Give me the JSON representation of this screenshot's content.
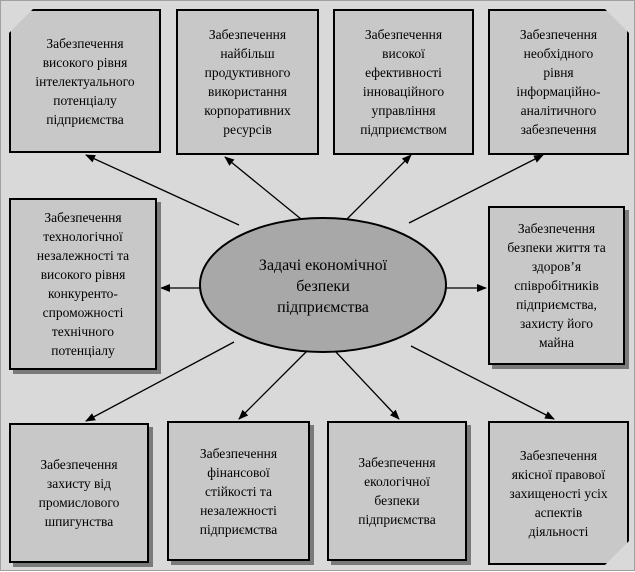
{
  "diagram": {
    "center": "Задачі економічної\nбезпеки\nпідприємства",
    "boxes": {
      "intellectual": "Забезпечення\nвисокого рівня\nінтелектуального\nпотенціалу\nпідприємства",
      "corporate": "Забезпечення\nнайбільш\nпродуктивного\nвикористання\nкорпоративних\nресурсів",
      "innovation": "Забезпечення\nвисокої\nефективності\nінноваційного\nуправління\nпідприємством",
      "information": "Забезпечення\nнеобхідного\nрівня\nінформаційно-\nаналітичного\nзабезпечення",
      "technology": "Забезпечення\nтехнологічної\nнезалежності та\nвисокого рівня\nконкуренто-\nспроможності\nтехнічного\nпотенціалу",
      "safety": "Забезпечення\nбезпеки життя та\nздоров’я\nспівробітників\nпідприємства,\nзахисту його\nмайна",
      "espionage": "Забезпечення\nзахисту   від\nпромислового\nшпигунства",
      "financial": "Забезпечення\nфінансової\nстійкості та\nнезалежності\nпідприємства",
      "ecological": "Забезпечення\nекологічної\nбезпеки\nпідприємства",
      "legal": "Забезпечення\nякісної правової\nзахищеності усіх\nаспектів\nдіяльності"
    }
  }
}
